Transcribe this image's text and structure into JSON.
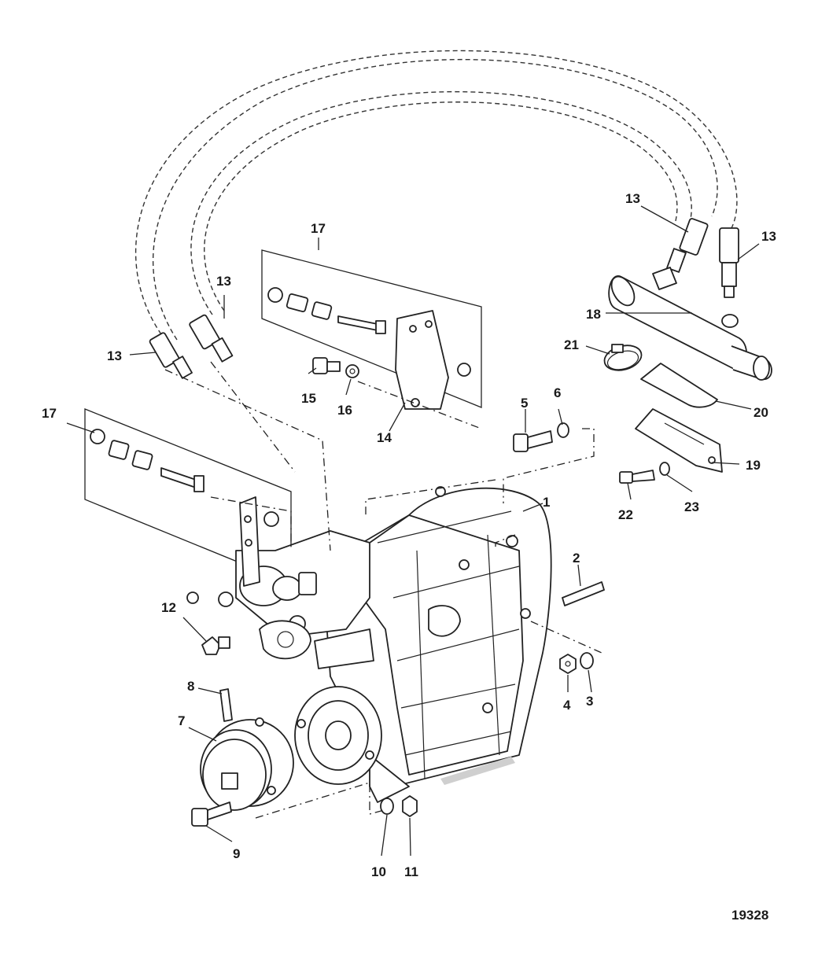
{
  "figure_number": "19328",
  "callouts": [
    "1",
    "2",
    "3",
    "4",
    "5",
    "6",
    "7",
    "8",
    "9",
    "10",
    "11",
    "12",
    "13",
    "13",
    "13",
    "13",
    "14",
    "15",
    "16",
    "17",
    "17",
    "18",
    "19",
    "20",
    "21",
    "22",
    "23"
  ]
}
